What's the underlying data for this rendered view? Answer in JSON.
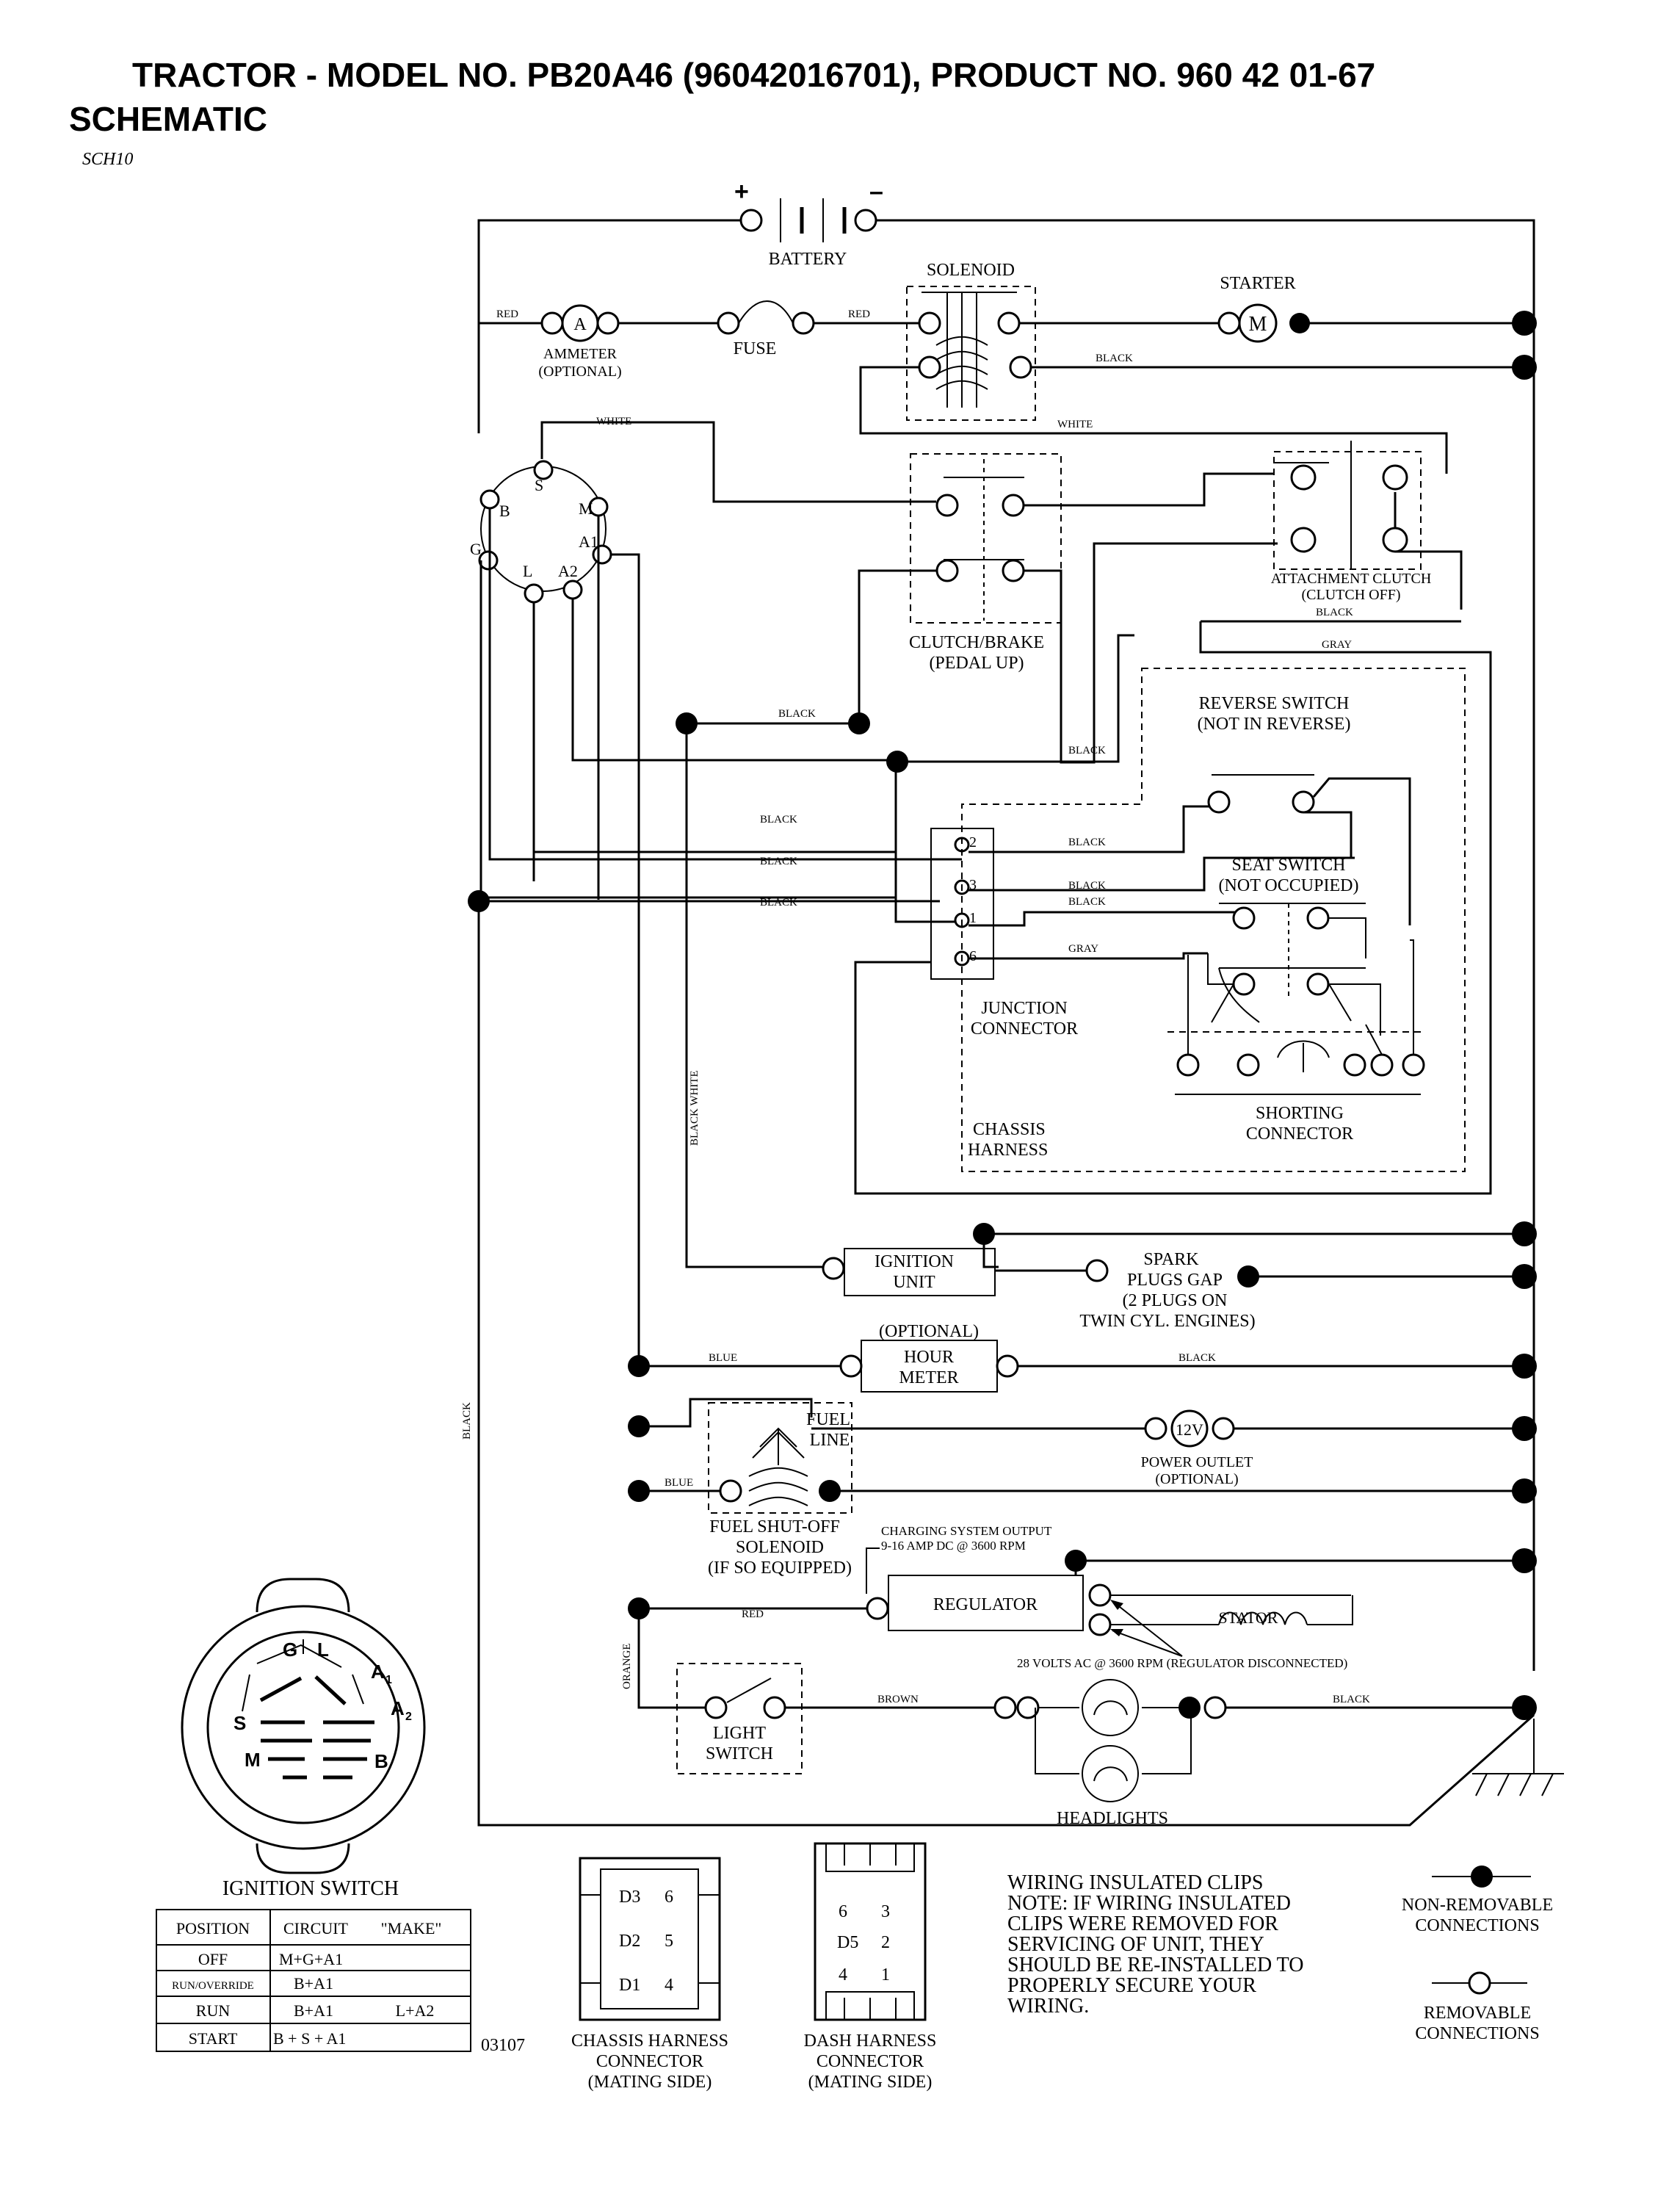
{
  "header": {
    "title": "TRACTOR - MODEL NO. PB20A46 (96042016701), PRODUCT NO. 960 42 01-67",
    "subtitle": "SCHEMATIC",
    "code": "SCH10"
  },
  "battery": {
    "plus": "+",
    "minus": "–",
    "label": "BATTERY"
  },
  "components": {
    "solenoid": "SOLENOID",
    "starter": "STARTER",
    "starter_symbol": "M",
    "ammeter_symbol": "A",
    "ammeter": [
      "AMMETER",
      "(OPTIONAL)"
    ],
    "fuse": "FUSE",
    "attachment_clutch": [
      "ATTACHMENT CLUTCH",
      "(CLUTCH OFF)"
    ],
    "clutch_brake": [
      "CLUTCH/BRAKE",
      "(PEDAL UP)"
    ],
    "reverse_switch": [
      "REVERSE SWITCH",
      "(NOT IN REVERSE)"
    ],
    "seat_switch": [
      "SEAT SWITCH",
      "(NOT OCCUPIED)"
    ],
    "junction_connector": [
      "JUNCTION",
      "CONNECTOR"
    ],
    "shorting_connector": [
      "SHORTING",
      "CONNECTOR"
    ],
    "chassis_harness": [
      "CHASSIS",
      "HARNESS"
    ],
    "ignition_unit": [
      "IGNITION",
      "UNIT"
    ],
    "spark_plugs": [
      "SPARK",
      "PLUGS GAP",
      "(2 PLUGS ON",
      "TWIN CYL. ENGINES)"
    ],
    "hour_meter": [
      "(OPTIONAL)",
      "HOUR",
      "METER"
    ],
    "fuel_line": [
      "FUEL",
      "LINE"
    ],
    "power_outlet_symbol": "12V",
    "power_outlet": [
      "POWER OUTLET",
      "(OPTIONAL)"
    ],
    "fuel_shutoff": [
      "FUEL SHUT-OFF",
      "SOLENOID",
      "(IF SO EQUIPPED)"
    ],
    "charging_output": [
      "CHARGING SYSTEM OUTPUT",
      "9-16 AMP DC @ 3600 RPM"
    ],
    "regulator": "REGULATOR",
    "stator": "STATOR",
    "stator_note": "28 VOLTS AC @ 3600 RPM (REGULATOR DISCONNECTED)",
    "light_switch": [
      "LIGHT",
      "SWITCH"
    ],
    "headlights": "HEADLIGHTS"
  },
  "switch_terminals": [
    "S",
    "B",
    "M",
    "G",
    "L",
    "A1",
    "A2"
  ],
  "junction_pins": [
    "2",
    "3",
    "1",
    "6"
  ],
  "wires": {
    "red": "RED",
    "black": "BLACK",
    "white": "WHITE",
    "gray": "GRAY",
    "blue": "BLUE",
    "brown": "BROWN",
    "orange": "ORANGE",
    "black_white": "BLACK WHITE"
  },
  "ignition_switch_diagram": {
    "label": "IGNITION SWITCH",
    "terminals": [
      "G",
      "L",
      "A",
      "A",
      "S",
      "M",
      "B"
    ],
    "subscripts": [
      "1",
      "2"
    ]
  },
  "ignition_table": {
    "headers": [
      "POSITION",
      "CIRCUIT",
      "\"MAKE\""
    ],
    "rows": [
      [
        "OFF",
        "M+G+A1",
        ""
      ],
      [
        "RUN/OVERRIDE",
        "B+A1",
        ""
      ],
      [
        "RUN",
        "B+A1",
        "L+A2"
      ],
      [
        "START",
        "B + S + A1",
        ""
      ]
    ]
  },
  "doc_number": "03107",
  "chassis_connector": {
    "pins": [
      "D3",
      "6",
      "D2",
      "5",
      "D1",
      "4"
    ],
    "label": [
      "CHASSIS HARNESS",
      "CONNECTOR",
      "(MATING SIDE)"
    ]
  },
  "dash_connector": {
    "pins": [
      "6",
      "3",
      "D5",
      "2",
      "4",
      "1"
    ],
    "label": [
      "DASH HARNESS",
      "CONNECTOR",
      "(MATING SIDE)"
    ]
  },
  "note": [
    "WIRING INSULATED CLIPS",
    "NOTE:  IF WIRING INSULATED",
    "CLIPS WERE REMOVED FOR",
    "SERVICING OF UNIT, THEY",
    "SHOULD BE RE-INSTALLED TO",
    "PROPERLY SECURE YOUR",
    " WIRING."
  ],
  "legend": {
    "non_removable": [
      "NON-REMOVABLE",
      "CONNECTIONS"
    ],
    "removable": [
      "REMOVABLE",
      "CONNECTIONS"
    ]
  }
}
